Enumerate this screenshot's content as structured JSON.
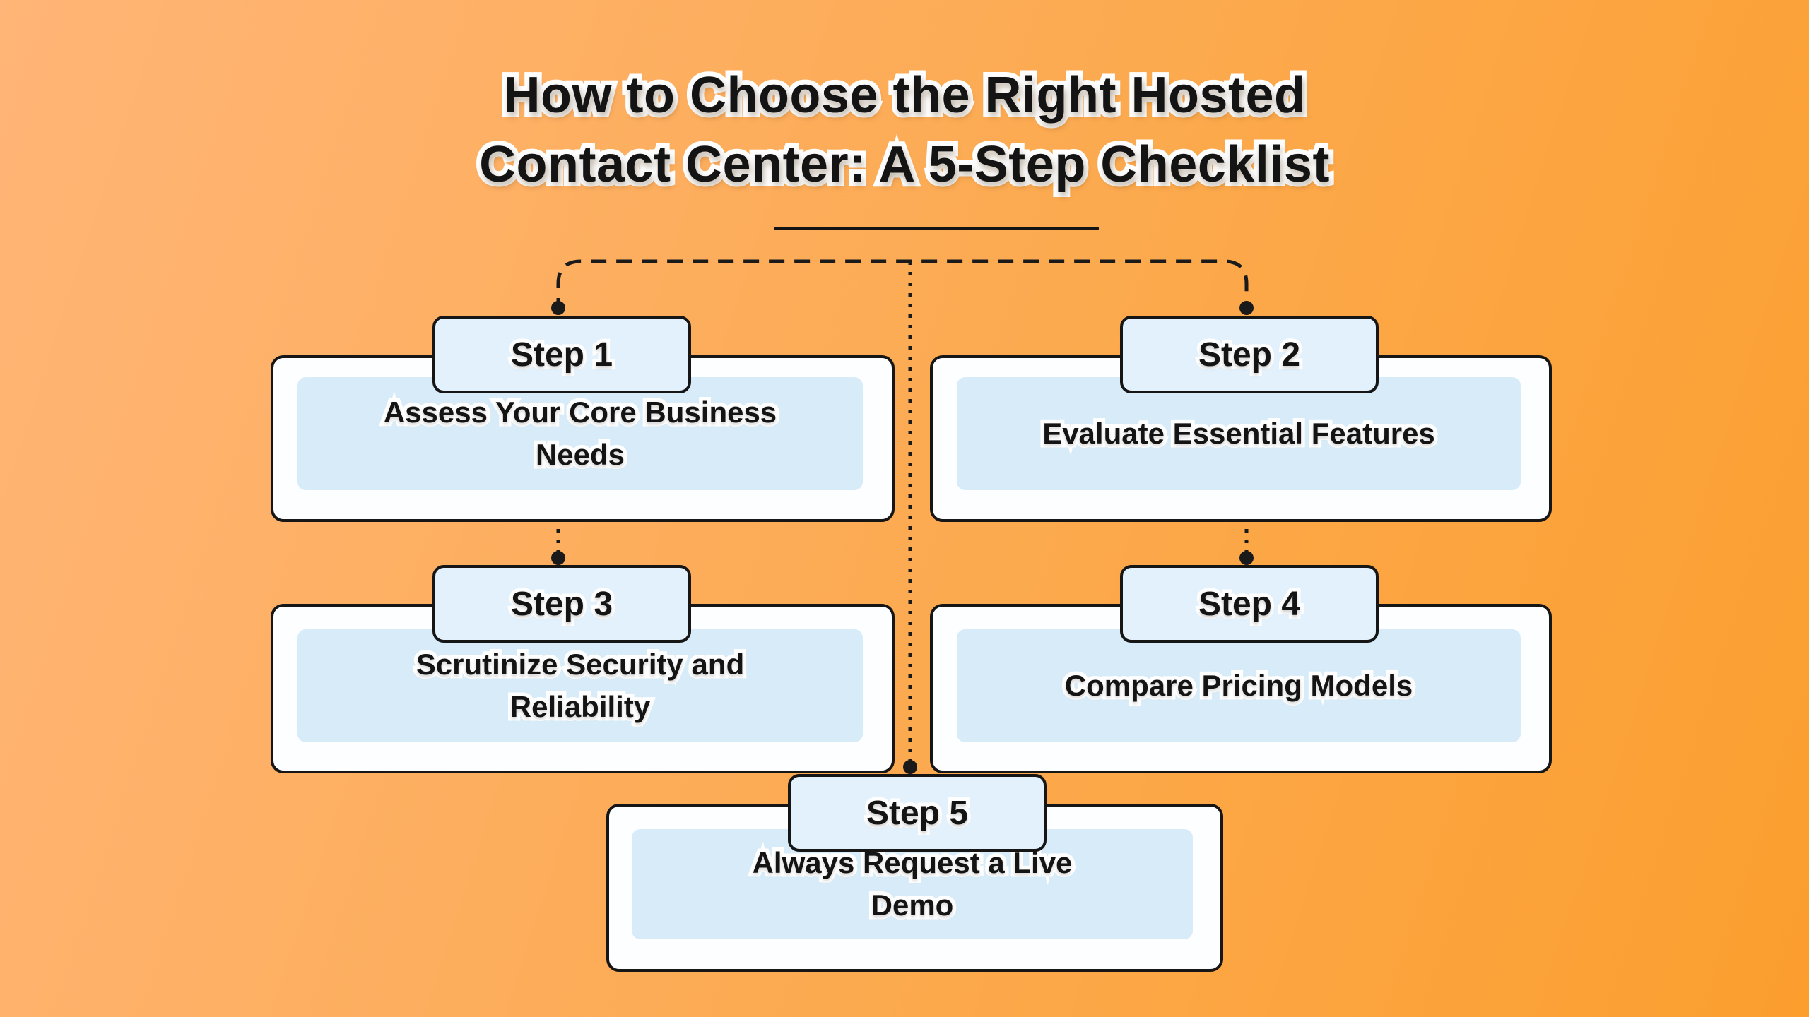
{
  "title": {
    "line1": "How to Choose the Right Hosted",
    "line2": "Contact Center: A 5-Step Checklist"
  },
  "steps": [
    {
      "label": "Step 1",
      "text": "Assess Your Core Business Needs"
    },
    {
      "label": "Step 2",
      "text": "Evaluate Essential Features"
    },
    {
      "label": "Step 3",
      "text": "Scrutinize Security and Reliability"
    },
    {
      "label": "Step 4",
      "text": "Compare Pricing Models"
    },
    {
      "label": "Step 5",
      "text": "Always Request a Live Demo"
    }
  ],
  "colors": {
    "background_gradient_start": "#ffb577",
    "background_gradient_end": "#fb9e2e",
    "card_background": "#fdfeff",
    "panel_background": "#d7ecf8",
    "tab_background": "#e3f1fc",
    "border": "#161616",
    "connector": "#1a1a1a",
    "text": "#141414",
    "text_outline": "#ffffff"
  }
}
